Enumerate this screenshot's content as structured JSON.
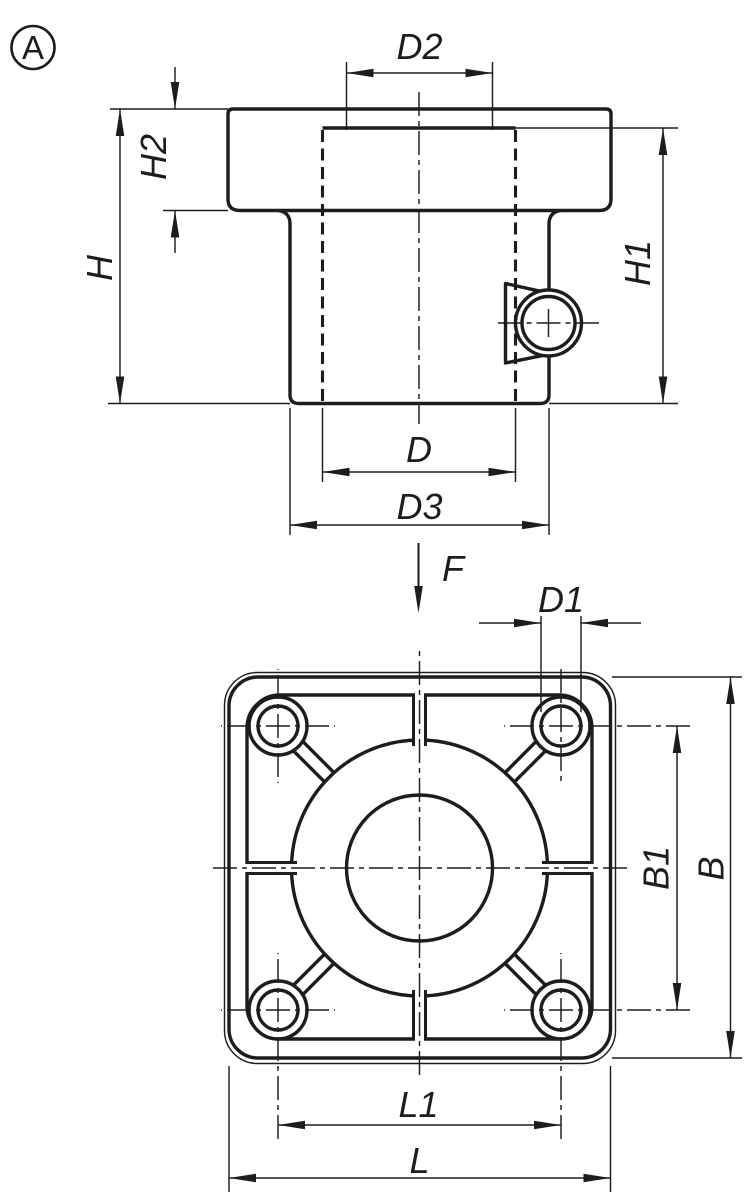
{
  "colors": {
    "ink": "#1d1d1b",
    "background": "#ffffff"
  },
  "detail_marker": {
    "label": "A"
  },
  "front_view": {
    "labels": {
      "D2": "D2",
      "H2": "H2",
      "H": "H",
      "H1": "H1",
      "D": "D",
      "D3": "D3"
    },
    "force_label": "F"
  },
  "top_view": {
    "labels": {
      "D1": "D1",
      "B1": "B1",
      "B": "B",
      "L1": "L1",
      "L": "L"
    }
  }
}
